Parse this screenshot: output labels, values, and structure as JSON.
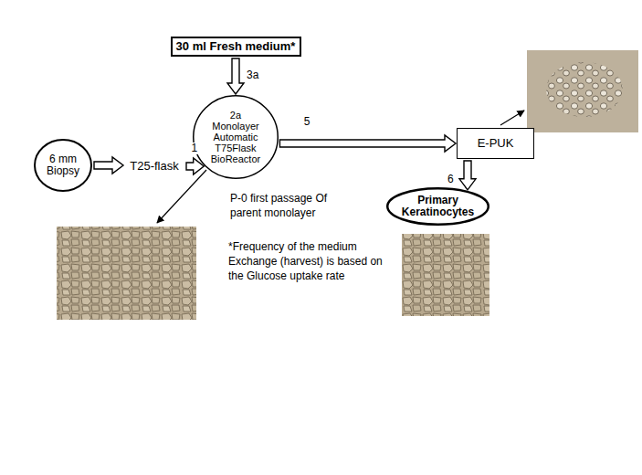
{
  "diagram": {
    "nodes": [
      {
        "text": [
          "30 ml Fresh medium*"
        ]
      },
      {
        "text": [
          "6 mm Biopsy"
        ]
      },
      {
        "text": [
          "T25-flask"
        ]
      },
      {
        "text": [
          "2a",
          "Monolayer Automatic T75Flask BioReactor"
        ]
      },
      {
        "text": [
          "E-PUK"
        ]
      },
      {
        "text": [
          "Primary Keratinocytes"
        ]
      }
    ],
    "edges": [
      {
        "from": 1,
        "to": 2,
        "arrow": "to"
      },
      {
        "from": 2,
        "to": 3,
        "arrow": "to",
        "label": "1"
      },
      {
        "from": 0,
        "to": 3,
        "arrow": "to",
        "label": "3a"
      },
      {
        "from": 3,
        "to": 4,
        "arrow": "to",
        "label": "5"
      },
      {
        "from": 4,
        "to": 5,
        "arrow": "to",
        "label": "6"
      }
    ],
    "labels": [
      "P-0 first passage Of parent monolayer",
      "*Frequency of the medium Exchange (harvest) is based on the Glucose uptake rate"
    ]
  }
}
